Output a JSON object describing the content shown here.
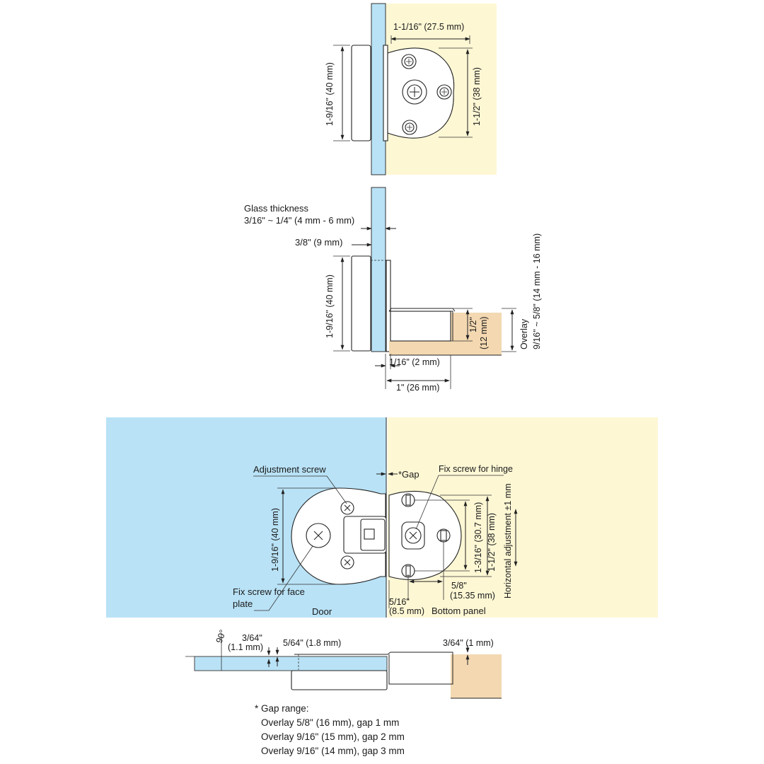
{
  "colors": {
    "glass_panel": "#b9e2f6",
    "cabinet_panel": "#fdf7d4",
    "wood_edge": "#f3d8b1",
    "line": "#222222"
  },
  "top_view": {
    "width_dim": "1-1/16\" (27.5 mm)",
    "height_dim": "1-9/16\" (40 mm)",
    "plate_dim": "1-1/2\" (38 mm)"
  },
  "side_view": {
    "glass_thickness_label": "Glass thickness",
    "glass_thickness_range": "3/16\" ~ 1/4\" (4 mm - 6 mm)",
    "plate_thickness": "3/8\" (9 mm)",
    "height_dim": "1-9/16\" (40 mm)",
    "half_inch_top": "1/2\"",
    "half_inch_bottom": "(12 mm)",
    "overlay_label": "Overlay",
    "overlay_range": "9/16\" ~ 5/8\" (14 mm - 16 mm)",
    "gap_dim": "1/16\" (2 mm)",
    "base_width": "1\" (26 mm)"
  },
  "front_view": {
    "adjustment_screw": "Adjustment screw",
    "gap": "*Gap",
    "fix_screw_hinge": "Fix screw for hinge",
    "height_dim": "1-9/16\" (40 mm)",
    "screw_spacing": "1-3/16\" (30.7 mm)",
    "plate_dim": "1-1/2\" (38 mm)",
    "horizontal_adjustment": "Horizontal adjustment ±1 mm",
    "fix_screw_face_line1": "Fix screw for face",
    "fix_screw_face_line2": "plate",
    "door_label": "Door",
    "offset_top": "5/16\"",
    "offset_bottom": "(8.5 mm)",
    "bottom_panel_label": "Bottom panel",
    "five_eighths_top": "5/8\"",
    "five_eighths_bottom": "(15.35 mm)"
  },
  "open_view": {
    "angle": "90°",
    "small_top": "3/64\"",
    "small_bottom": "(1.1 mm)",
    "recess": "5/64\" (1.8 mm)",
    "right_dim": "3/64\" (1 mm)"
  },
  "notes": {
    "title": "* Gap range:",
    "lines": [
      "Overlay 5/8\" (16 mm), gap 1 mm",
      "Overlay 9/16\" (15 mm), gap 2 mm",
      "Overlay 9/16\" (14 mm), gap 3 mm"
    ]
  }
}
